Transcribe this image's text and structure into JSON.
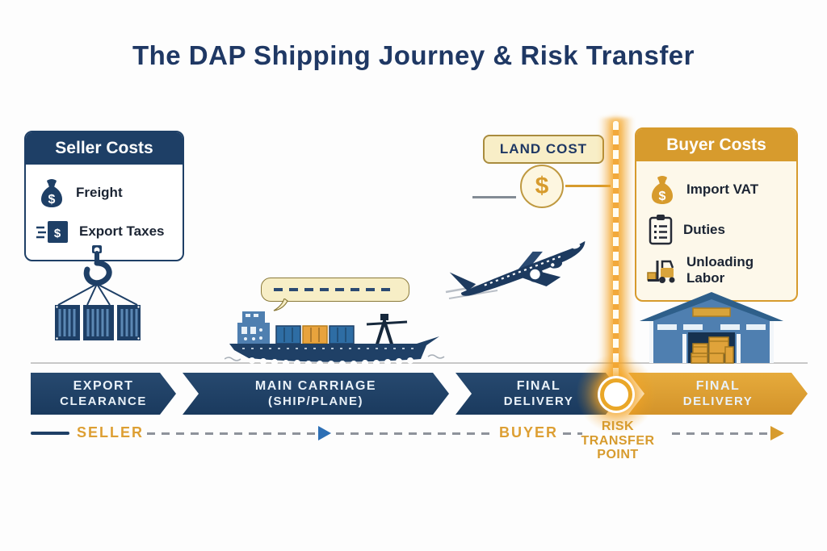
{
  "title": "The DAP Shipping Journey & Risk Transfer",
  "symbols": {
    "dollar": "$"
  },
  "seller_costs": {
    "title": "Seller Costs",
    "items": [
      {
        "icon": "money-bag-icon",
        "label": "Freight"
      },
      {
        "icon": "receipt-speed-icon",
        "label": "Export Taxes"
      }
    ]
  },
  "buyer_costs": {
    "title": "Buyer Costs",
    "items": [
      {
        "icon": "money-bag-icon",
        "label": "Import VAT"
      },
      {
        "icon": "clipboard-icon",
        "label": "Duties"
      },
      {
        "icon": "forklift-icon",
        "label": "Unloading Labor"
      }
    ]
  },
  "land_cost": {
    "label": "LAND COST"
  },
  "timeline": {
    "segments": [
      {
        "line1": "EXPORT",
        "line2": "CLEARANCE",
        "side": "seller"
      },
      {
        "line1": "MAIN CARRIAGE",
        "line2": "(SHIP/PLANE)",
        "side": "seller"
      },
      {
        "line1": "FINAL",
        "line2": "DELIVERY",
        "side": "seller"
      },
      {
        "line1": "FINAL",
        "line2": "DELIVERY",
        "side": "buyer"
      }
    ]
  },
  "legend": {
    "seller_label": "SELLER",
    "buyer_label": "BUYER",
    "risk_point": {
      "line1": "RISK",
      "line2": "TRANSFER",
      "line3": "POINT"
    }
  },
  "colors": {
    "navy": "#1e3f66",
    "gold": "#dd9f33",
    "cream": "#f8eec7",
    "glow_orange": "#f4a424",
    "ship_blue": "#4f7fb0",
    "container_orange": "#e8a33d"
  }
}
